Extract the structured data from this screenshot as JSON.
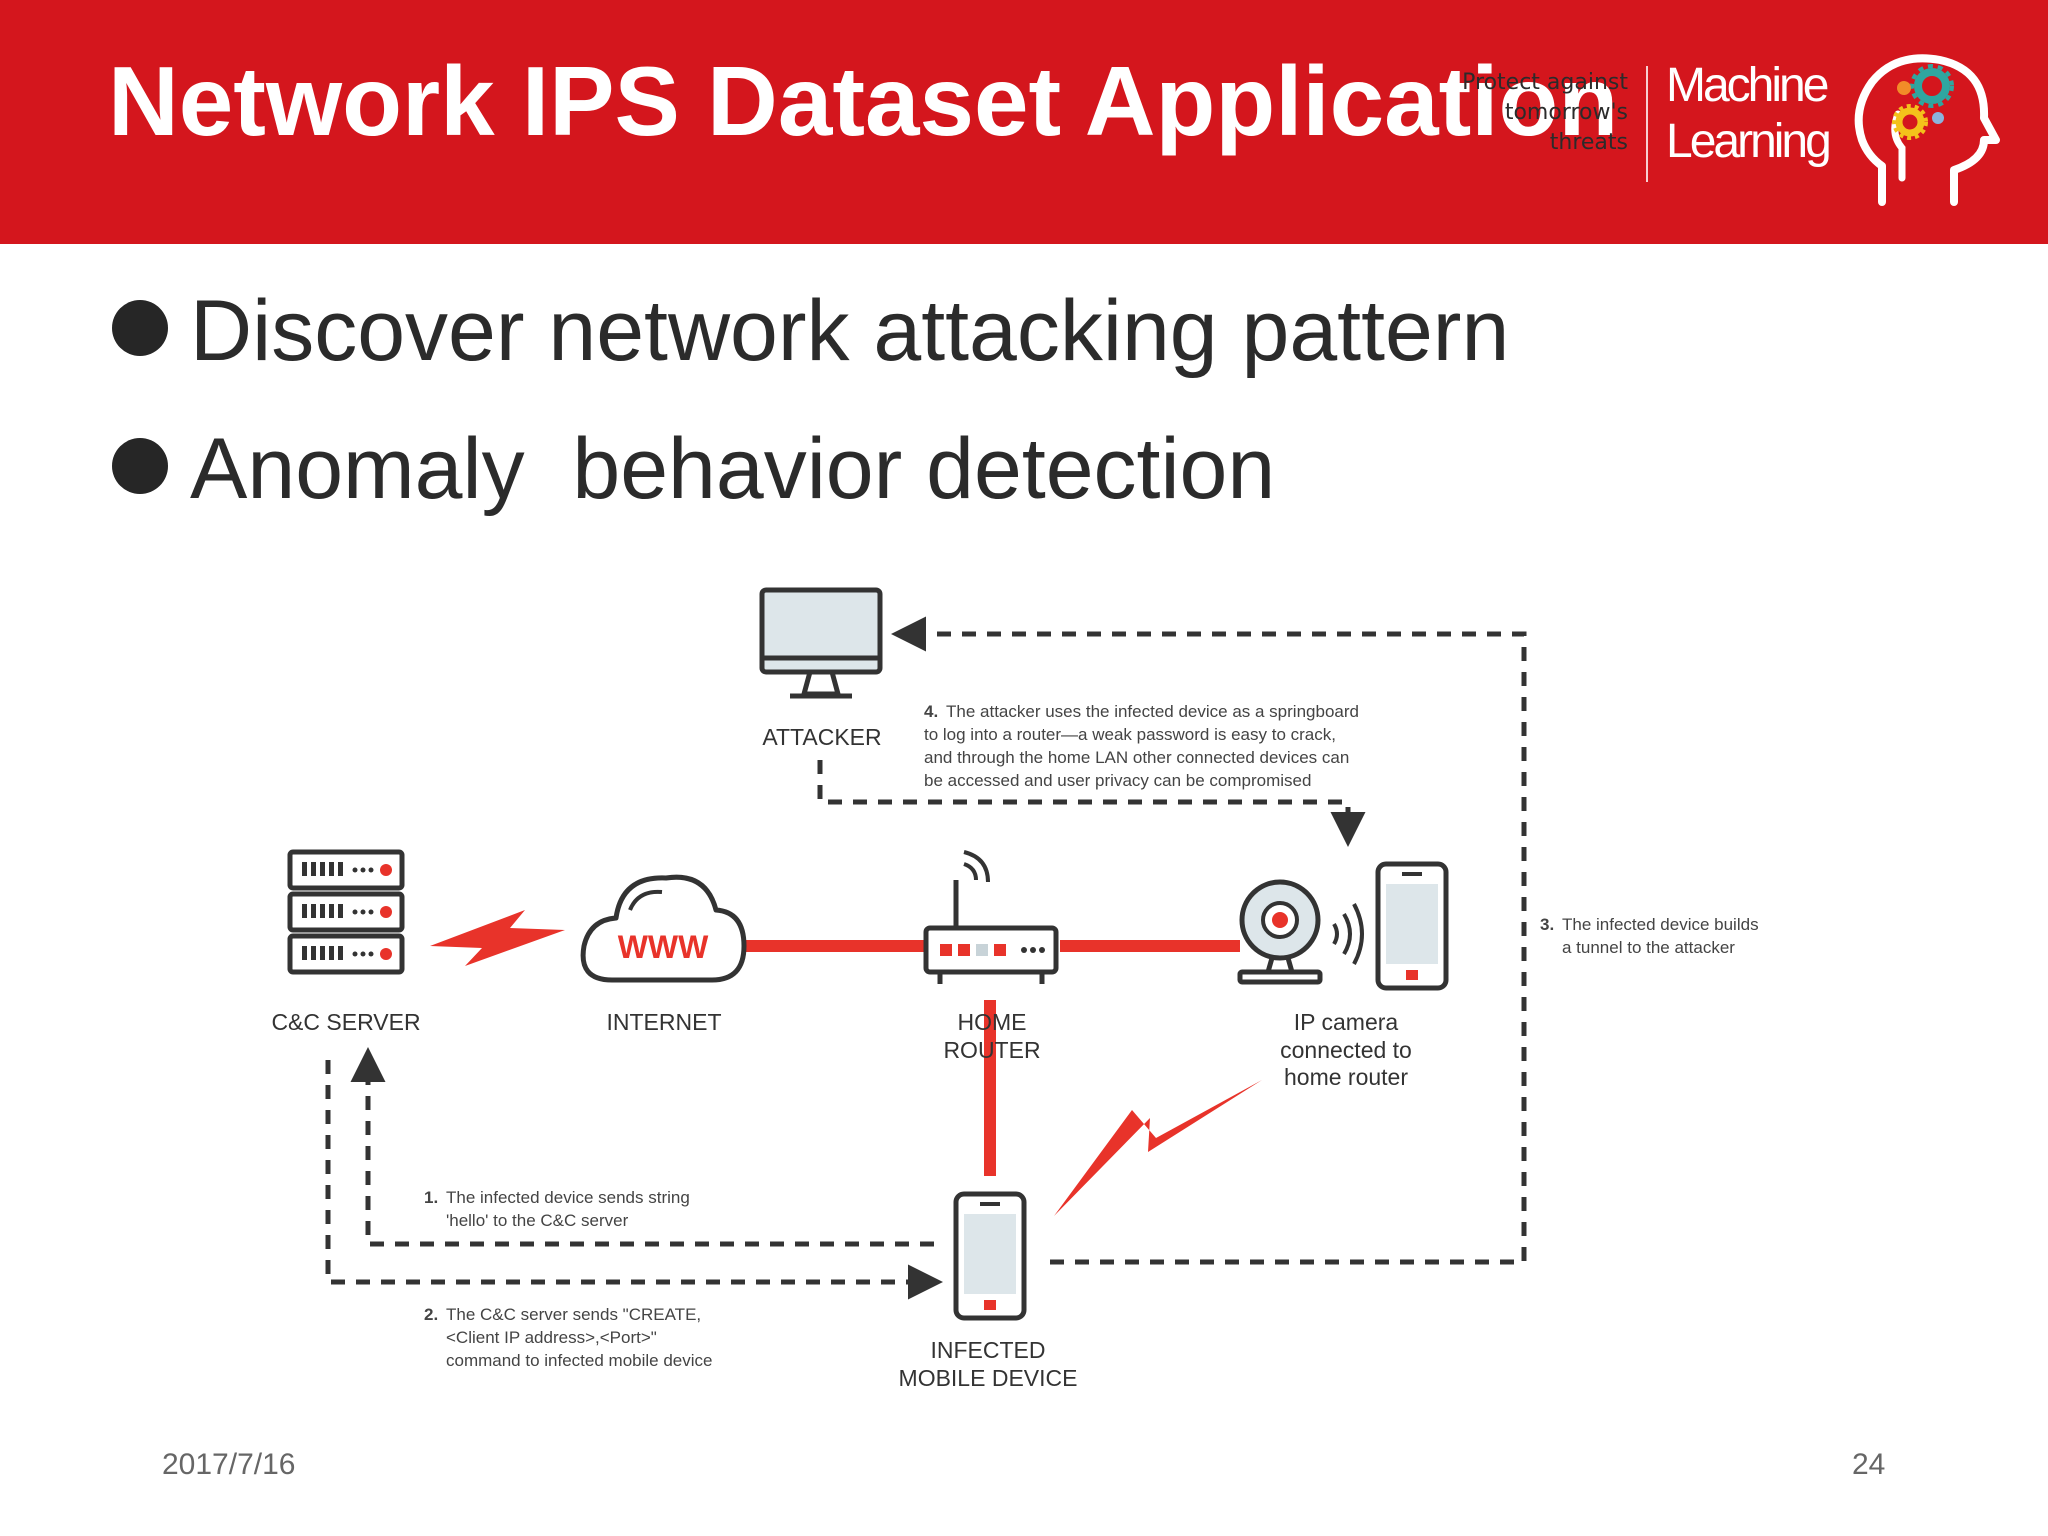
{
  "slide": {
    "title": "Network IPS Dataset Application",
    "tagline": "Protect against tomorrow's threats",
    "ml_logo_line1": "Machine",
    "ml_logo_line2": "Learning",
    "bullets": [
      "Discover network attacking pattern",
      "Anomaly  behavior detection"
    ],
    "date": "2017/7/16",
    "page_number": "24",
    "colors": {
      "header": "#d4161d",
      "accent": "#e8332a",
      "link": "#e8332a"
    }
  },
  "diagram": {
    "nodes": {
      "attacker": "ATTACKER",
      "cc_server": "C&C SERVER",
      "internet": "INTERNET",
      "www": "WWW",
      "router_1": "HOME",
      "router_2": "ROUTER",
      "camera_1": "IP camera",
      "camera_2": "connected to",
      "camera_3": "home router",
      "infected_1": "INFECTED",
      "infected_2": "MOBILE DEVICE"
    },
    "steps": {
      "s1_num": "1.",
      "s1_l1": "The infected device sends string",
      "s1_l2": "'hello' to the C&C server",
      "s2_num": "2.",
      "s2_l1": "The C&C server sends \"CREATE,",
      "s2_l2": "<Client IP address>,<Port>\"",
      "s2_l3": "command to infected mobile device",
      "s3_num": "3.",
      "s3_l1": "The infected device builds",
      "s3_l2": "a tunnel to the attacker",
      "s4_num": "4.",
      "s4_l1": "The attacker uses the infected device as a springboard",
      "s4_l2": "to log into a router—a weak password is easy to crack,",
      "s4_l3": "and through the home LAN other connected devices can",
      "s4_l4": "be accessed and user privacy can be compromised"
    }
  }
}
